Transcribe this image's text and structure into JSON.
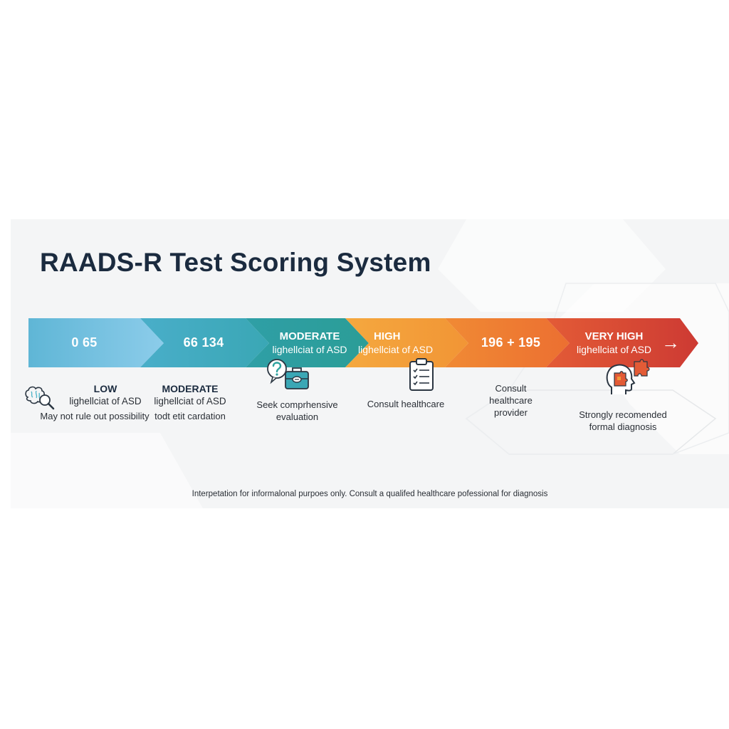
{
  "title": "RAADS-R Test Scoring System",
  "colors": {
    "low": "#7cc3e0",
    "mild": "#4bb3c8",
    "moderate": "#2ea29f",
    "high": "#f29a3a",
    "elevated": "#ee7a33",
    "very_high": "#d9473a"
  },
  "bands": [
    {
      "label": "0 65"
    },
    {
      "label": "66 134"
    },
    {
      "heading": "MODERATE",
      "sub": "lighellciat of ASD"
    },
    {
      "heading": "HIGH",
      "sub": "lighellciat of ASD"
    },
    {
      "label": "196 + 195"
    },
    {
      "heading": "VERY HIGH",
      "sub": "lighellciat of ASD"
    }
  ],
  "descriptions": {
    "low": {
      "heading": "LOW",
      "line1": "lighellciat of ASD",
      "line2": "May not rule out possibility",
      "icon": "brain-magnifier-icon"
    },
    "moderate": {
      "heading": "MODERATE",
      "line1": "lighellciat of ASD",
      "line2": "todt etit cardation"
    },
    "seek": {
      "line1": "Seek comprhensive",
      "line2": "evaluation",
      "icon": "question-briefcase-icon"
    },
    "consult": {
      "line1": "Consult healthcare",
      "icon": "clipboard-icon"
    },
    "provider": {
      "line1": "Consult",
      "line2": "healthcare",
      "line3": "provider"
    },
    "strongly": {
      "line1": "Strongly recomended",
      "line2": "formal diagnosis",
      "icon": "head-puzzle-icon"
    }
  },
  "disclaimer": "Interpetation for informalonal purpoes only. Consult a qualifed healthcare pofessional for diagnosis"
}
